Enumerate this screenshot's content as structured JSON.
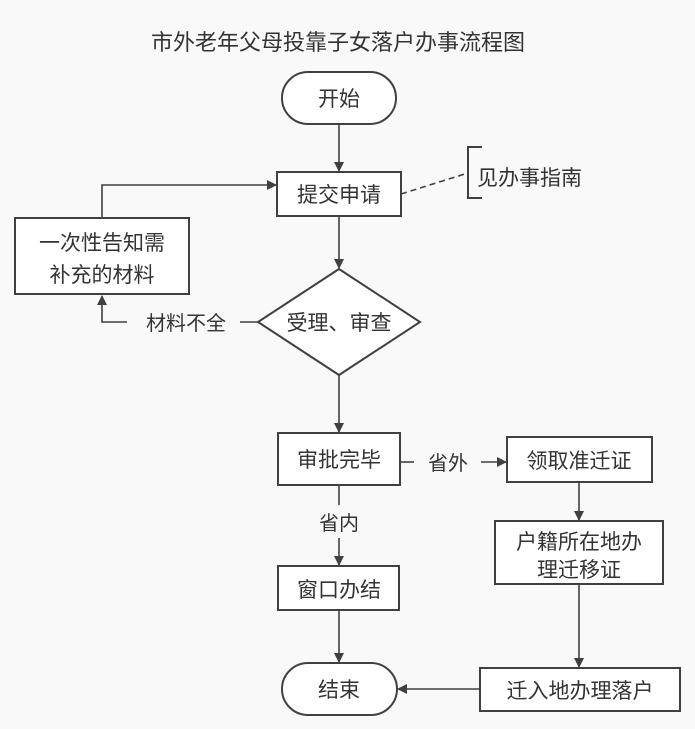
{
  "title": "市外老年父母投靠子女落户办事流程图",
  "nodes": {
    "start": "开始",
    "submit": "提交申请",
    "notify_line1": "一次性告知需",
    "notify_line2": "补充的材料",
    "review": "受理、审查",
    "approved": "审批完毕",
    "window": "窗口办结",
    "permit": "领取准迁证",
    "transfer_line1": "户籍所在地办",
    "transfer_line2": "理迁移证",
    "settle": "迁入地办理落户",
    "end": "结束"
  },
  "annotation": "见办事指南",
  "edge_labels": {
    "incomplete": "材料不全",
    "out_of_province": "省外",
    "in_province": "省内"
  }
}
